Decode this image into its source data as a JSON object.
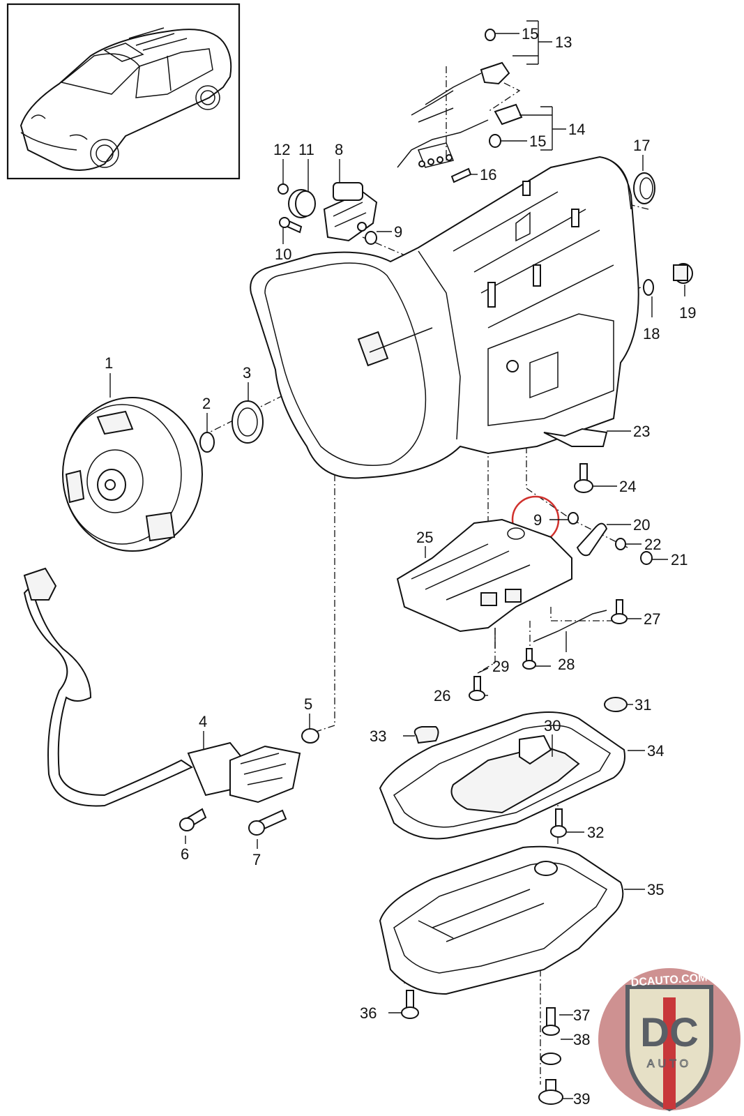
{
  "diagram": {
    "title": "Automatic transmission exploded parts diagram",
    "vehicle_thumbnail": "SUV line drawing (top-left inset)",
    "highlight": {
      "label": "9",
      "color": "#d0312d",
      "shape": "circle"
    },
    "callouts": [
      {
        "id": "c1",
        "label": "1"
      },
      {
        "id": "c2",
        "label": "2"
      },
      {
        "id": "c3",
        "label": "3"
      },
      {
        "id": "c4",
        "label": "4"
      },
      {
        "id": "c5",
        "label": "5"
      },
      {
        "id": "c6",
        "label": "6"
      },
      {
        "id": "c7",
        "label": "7"
      },
      {
        "id": "c8",
        "label": "8"
      },
      {
        "id": "c9a",
        "label": "9"
      },
      {
        "id": "c9b",
        "label": "9"
      },
      {
        "id": "c10",
        "label": "10"
      },
      {
        "id": "c11",
        "label": "11"
      },
      {
        "id": "c12",
        "label": "12"
      },
      {
        "id": "c13",
        "label": "13"
      },
      {
        "id": "c14",
        "label": "14"
      },
      {
        "id": "c15a",
        "label": "15"
      },
      {
        "id": "c15b",
        "label": "15"
      },
      {
        "id": "c16",
        "label": "16"
      },
      {
        "id": "c17",
        "label": "17"
      },
      {
        "id": "c18",
        "label": "18"
      },
      {
        "id": "c19",
        "label": "19"
      },
      {
        "id": "c20",
        "label": "20"
      },
      {
        "id": "c21",
        "label": "21"
      },
      {
        "id": "c22",
        "label": "22"
      },
      {
        "id": "c23",
        "label": "23"
      },
      {
        "id": "c24",
        "label": "24"
      },
      {
        "id": "c25",
        "label": "25"
      },
      {
        "id": "c26",
        "label": "26"
      },
      {
        "id": "c27",
        "label": "27"
      },
      {
        "id": "c28",
        "label": "28"
      },
      {
        "id": "c29",
        "label": "29"
      },
      {
        "id": "c30",
        "label": "30"
      },
      {
        "id": "c31",
        "label": "31"
      },
      {
        "id": "c32",
        "label": "32"
      },
      {
        "id": "c33",
        "label": "33"
      },
      {
        "id": "c34",
        "label": "34"
      },
      {
        "id": "c35",
        "label": "35"
      },
      {
        "id": "c36",
        "label": "36"
      },
      {
        "id": "c37",
        "label": "37"
      },
      {
        "id": "c38",
        "label": "38"
      },
      {
        "id": "c39",
        "label": "39"
      }
    ]
  },
  "watermark": {
    "top_text": "DCAUTO.COM",
    "logo_text": "DC",
    "bottom_text": "AUTO",
    "colors": {
      "circle": "#c98585",
      "shield": "#e6e0c6",
      "stripe": "#c8373a",
      "letters": "#5a5f66"
    }
  }
}
